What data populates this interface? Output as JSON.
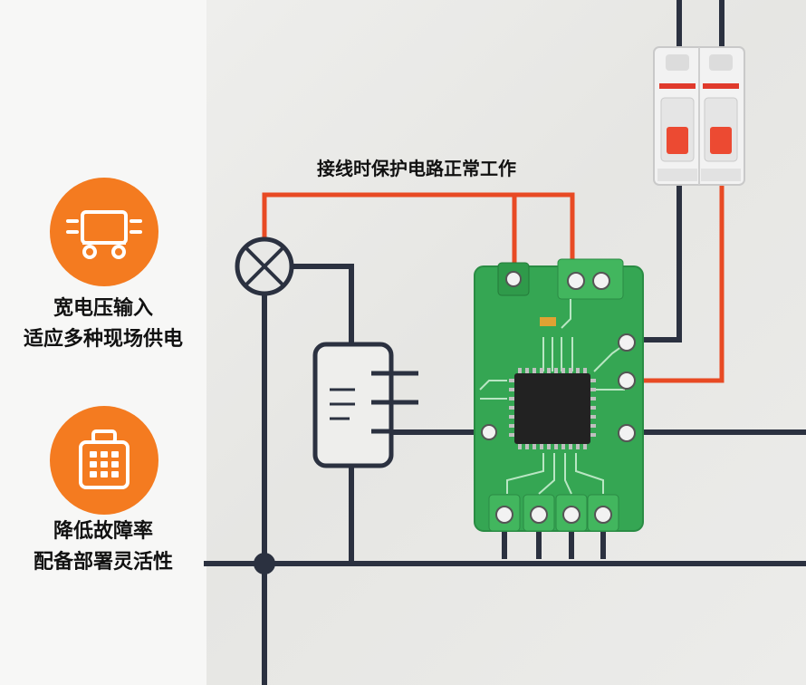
{
  "features": [
    {
      "icon": "power-supply-icon",
      "line1": "宽电压输入",
      "line2": "适应多种现场供电"
    },
    {
      "icon": "keypad-module-icon",
      "line1": "降低故障率",
      "line2": "配备部署灵活性"
    }
  ],
  "caption": "接线时保护电路正常工作",
  "colors": {
    "accent": "#f47b20",
    "wire_live": "#e84a24",
    "wire_neutral": "#2b3140",
    "pcb": "#35a653"
  }
}
